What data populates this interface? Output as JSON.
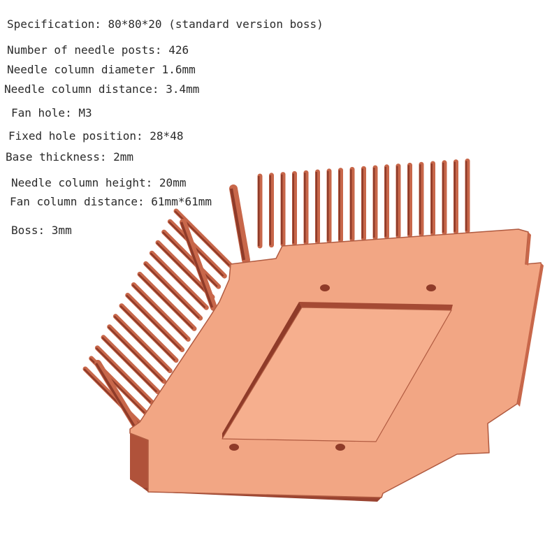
{
  "specs": [
    "Specification: 80*80*20 (standard version boss)",
    "Number of needle posts: 426",
    "Needle column diameter 1.6mm",
    "Needle column distance: 3.4mm",
    "Fan hole: M3",
    "Fixed hole position: 28*48",
    "Base thickness: 2mm",
    "Needle column height: 20mm",
    "Fan column distance: 61mm*61mm",
    "Boss: 3mm"
  ],
  "colors": {
    "copper_face": "#f2a684",
    "copper_boss": "#f6af8e",
    "copper_edge": "#b0523a",
    "copper_dark": "#8f3b29",
    "copper_mid": "#c8674a",
    "outline": "#6b2a1c"
  }
}
